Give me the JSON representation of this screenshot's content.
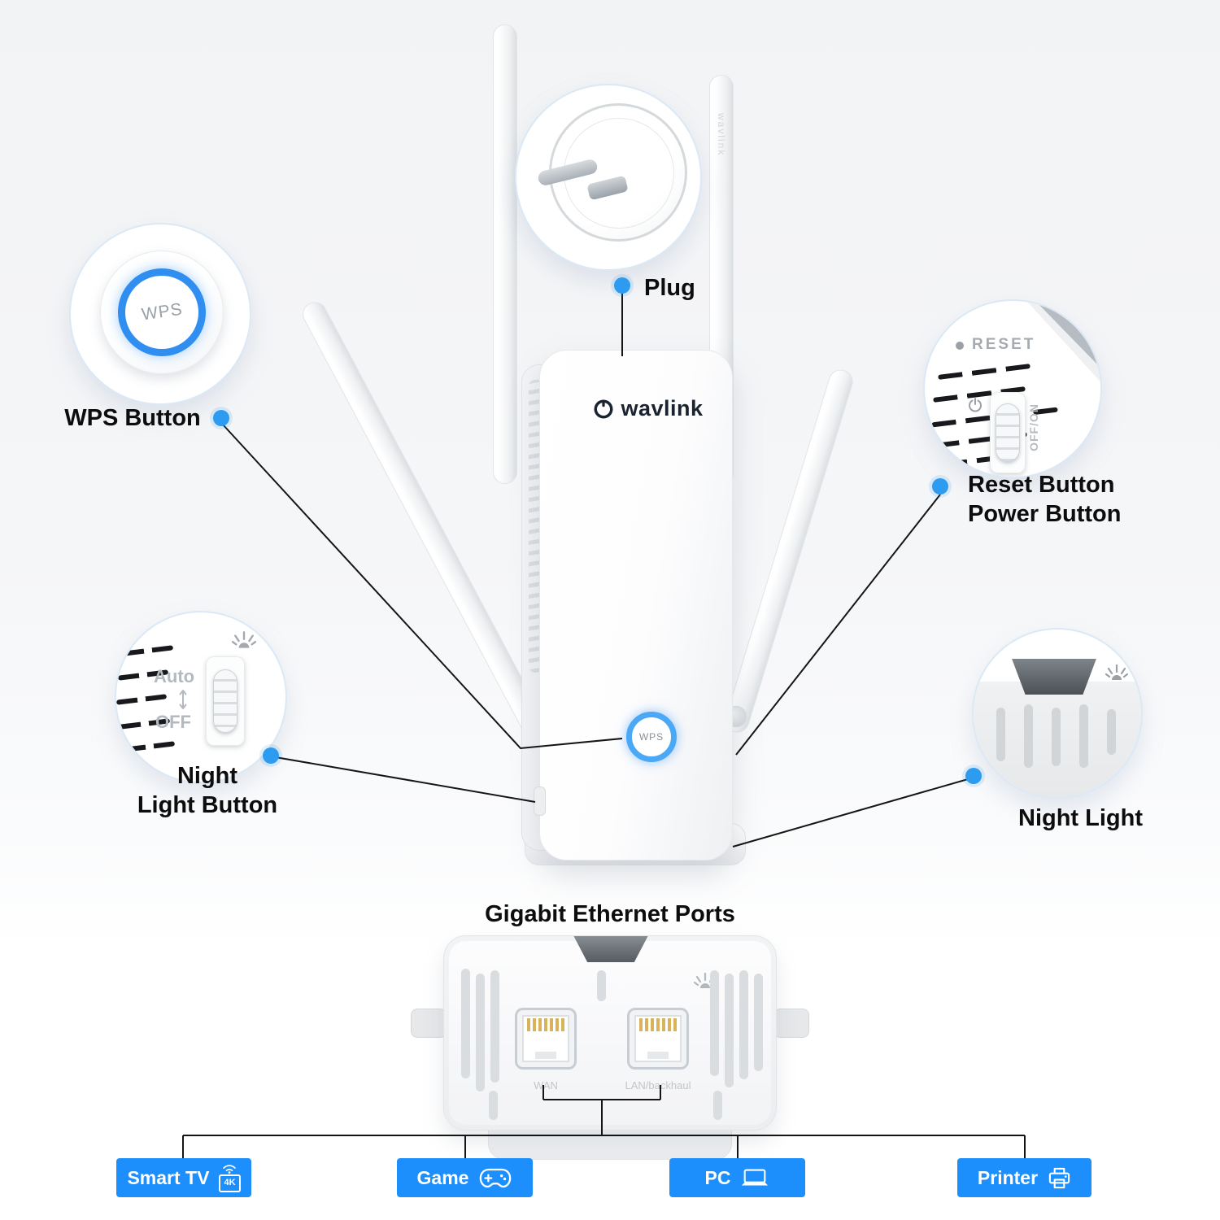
{
  "device": {
    "brand": "wavlink",
    "antenna_text": "wavlink",
    "wps_button": "WPS"
  },
  "callouts": {
    "wps": {
      "label": "WPS Button",
      "button_text": "WPS"
    },
    "plug": {
      "label": "Plug"
    },
    "reset": {
      "label_line1": "Reset Button",
      "label_line2": "Power Button",
      "panel_text": "RESET",
      "switch_text": "OFF/ON"
    },
    "night_button": {
      "label_line1": "Night",
      "label_line2": "Light Button",
      "auto_text": "Auto",
      "off_text": "OFF"
    },
    "night_light": {
      "label": "Night Light"
    }
  },
  "bottom": {
    "title": "Gigabit Ethernet Ports",
    "ports": [
      {
        "label": "WAN"
      },
      {
        "label": "LAN/backhaul"
      }
    ],
    "devices": [
      {
        "label": "Smart TV",
        "icon": "tv-4k-icon",
        "badge": "4K"
      },
      {
        "label": "Game",
        "icon": "gamepad-icon"
      },
      {
        "label": "PC",
        "icon": "laptop-icon"
      },
      {
        "label": "Printer",
        "icon": "printer-icon"
      }
    ]
  },
  "colors": {
    "accent_blue": "#1d8ffd",
    "callout_dot": "#2d9cf0",
    "wps_ring": "#2f8ef0",
    "connector_line": "#151515"
  }
}
